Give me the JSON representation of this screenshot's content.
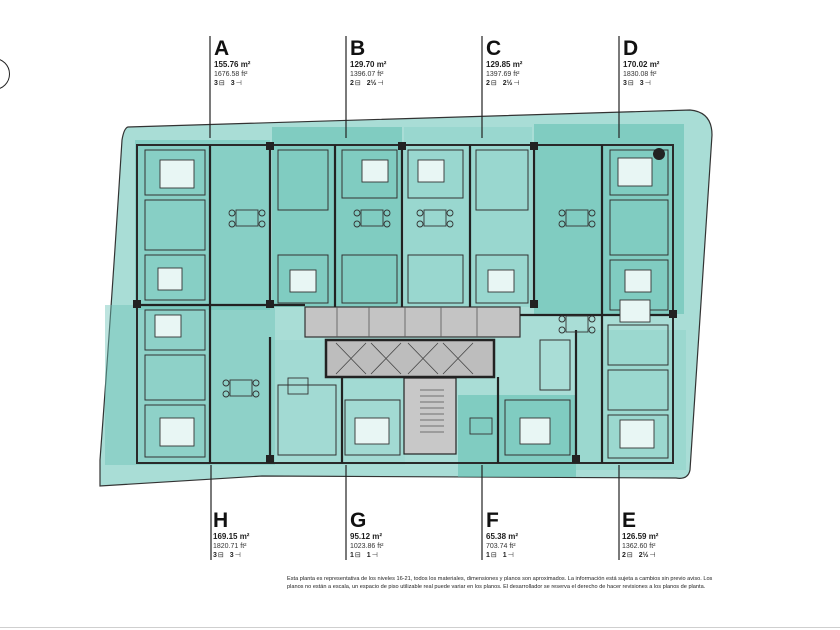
{
  "units_top": [
    {
      "letter": "A",
      "area_m2": "155.76 m²",
      "area_ft2": "1676.58 ft²",
      "bedrooms": "3",
      "bathrooms": "3"
    },
    {
      "letter": "B",
      "area_m2": "129.70 m²",
      "area_ft2": "1396.07 ft²",
      "bedrooms": "2",
      "bathrooms": "2½"
    },
    {
      "letter": "C",
      "area_m2": "129.85 m²",
      "area_ft2": "1397.69 ft²",
      "bedrooms": "2",
      "bathrooms": "2½"
    },
    {
      "letter": "D",
      "area_m2": "170.02 m²",
      "area_ft2": "1830.08 ft²",
      "bedrooms": "3",
      "bathrooms": "3"
    }
  ],
  "units_bottom": [
    {
      "letter": "H",
      "area_m2": "169.15 m²",
      "area_ft2": "1820.71 ft²",
      "bedrooms": "3",
      "bathrooms": "3"
    },
    {
      "letter": "G",
      "area_m2": "95.12 m²",
      "area_ft2": "1023.86 ft²",
      "bedrooms": "1",
      "bathrooms": "1"
    },
    {
      "letter": "F",
      "area_m2": "65.38 m²",
      "area_ft2": "703.74 ft²",
      "bedrooms": "1",
      "bathrooms": "1"
    },
    {
      "letter": "E",
      "area_m2": "126.59 m²",
      "area_ft2": "1362.60 ft²",
      "bedrooms": "2",
      "bathrooms": "2½"
    }
  ],
  "icons": {
    "bedroom": "bed-icon",
    "bathroom": "bath-icon",
    "orientation": "compass-icon"
  },
  "colors": {
    "plan_fill_light": "#9fd9d1",
    "plan_fill_dark": "#5fbdb1",
    "outline": "#2a2a2a",
    "core_grey": "#b9b9b9"
  },
  "disclaimer": {
    "line1": "Esta planta es representativa de los niveles 16-21, todos los materiales, dimensiones y planos son aproximados. La información está sujeta a cambios sin previo aviso. Los",
    "line2": "planos no están a escala, un espacio de piso utilizable real puede variar en los planos. El desarrollador se reserva el derecho de hacer revisiones a los planos de planta."
  }
}
